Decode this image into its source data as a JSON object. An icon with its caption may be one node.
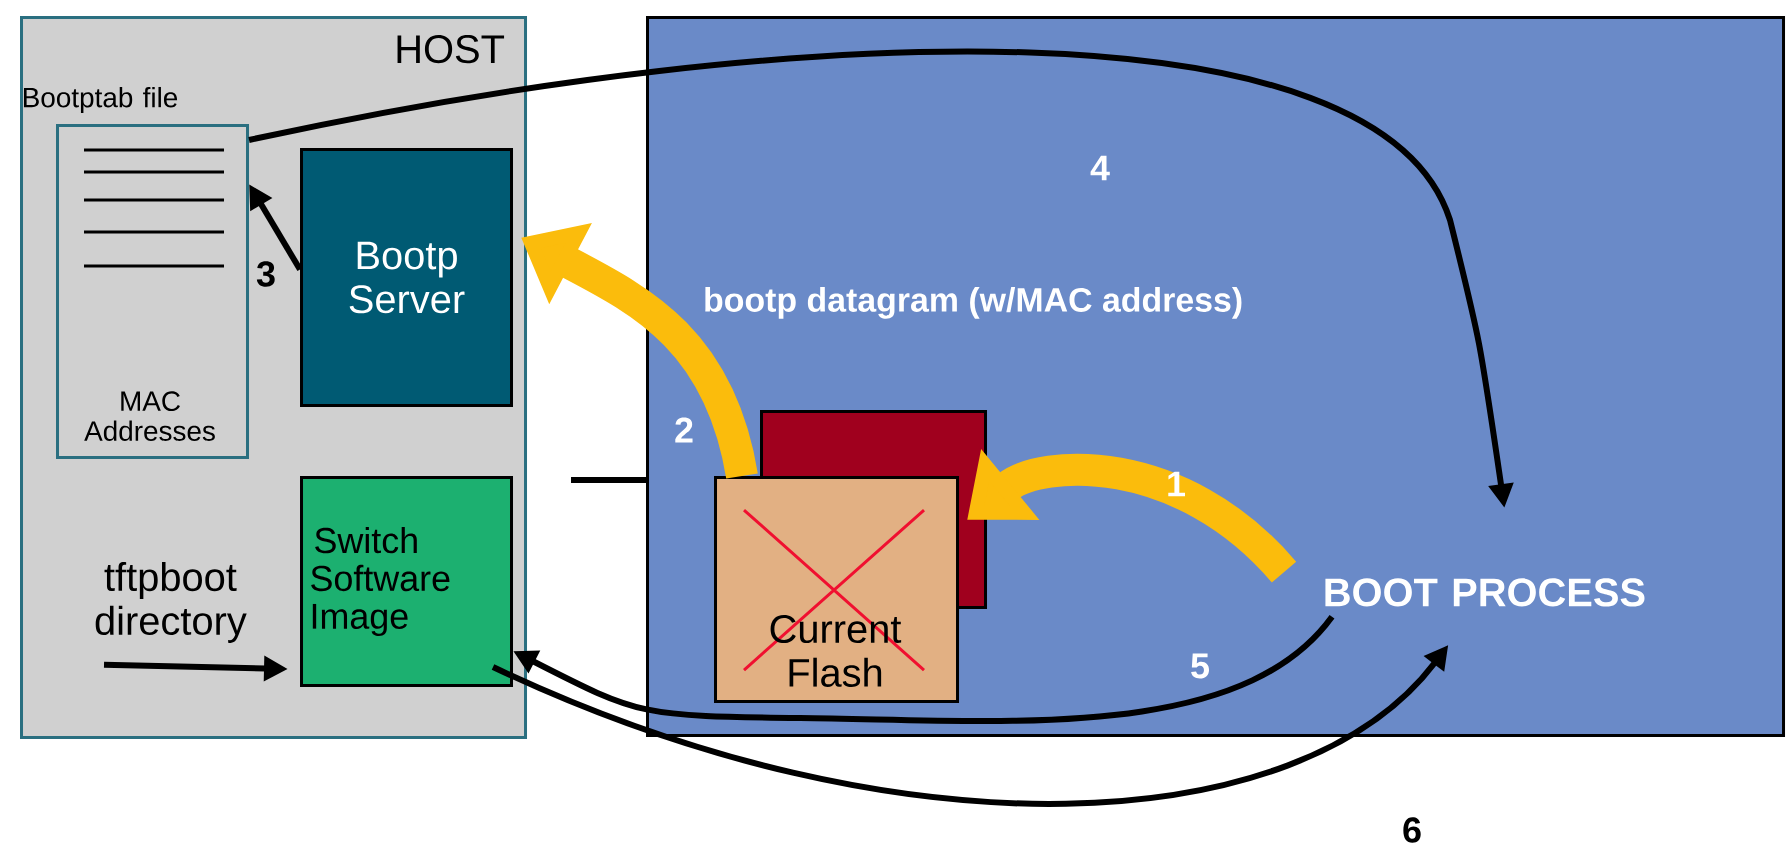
{
  "diagram": {
    "nodes": [
      {
        "text": [
          "HOST"
        ]
      },
      {
        "text": [
          "Bootptab file",
          "MAC Addresses"
        ],
        "in": 0
      },
      {
        "text": [
          "Bootp Server"
        ],
        "in": 0
      },
      {
        "text": [
          "Switch Software Image"
        ],
        "in": 0
      },
      {
        "text": [
          "tftpboot directory"
        ],
        "in": 0
      },
      {
        "text": [],
        "shape": "box"
      },
      {
        "text": [],
        "shape": "box",
        "in": 5
      },
      {
        "text": [
          "Current Flash"
        ],
        "in": 5
      },
      {
        "text": [
          "BOOT PROCESS"
        ],
        "in": 5
      }
    ],
    "edges": [
      {
        "from": 8,
        "to": 7,
        "arrow": "to",
        "label": "1",
        "style": "thick",
        "color": "#fbbc0c"
      },
      {
        "from": 7,
        "to": 2,
        "arrow": "to",
        "label": "2",
        "style": "thick",
        "color": "#fbbc0c"
      },
      {
        "from": 2,
        "to": 1,
        "arrow": "to",
        "label": "3"
      },
      {
        "from": 1,
        "to": 8,
        "arrow": "to",
        "label": "4"
      },
      {
        "from": 8,
        "to": 3,
        "arrow": "to",
        "label": "5"
      },
      {
        "from": 3,
        "to": 8,
        "arrow": "to",
        "label": "6"
      },
      {
        "from": 4,
        "to": 3,
        "arrow": "to"
      },
      {
        "from": 0,
        "to": 5,
        "arrow": "none"
      }
    ],
    "labels": [
      "bootp datagram (w/MAC address)"
    ]
  }
}
